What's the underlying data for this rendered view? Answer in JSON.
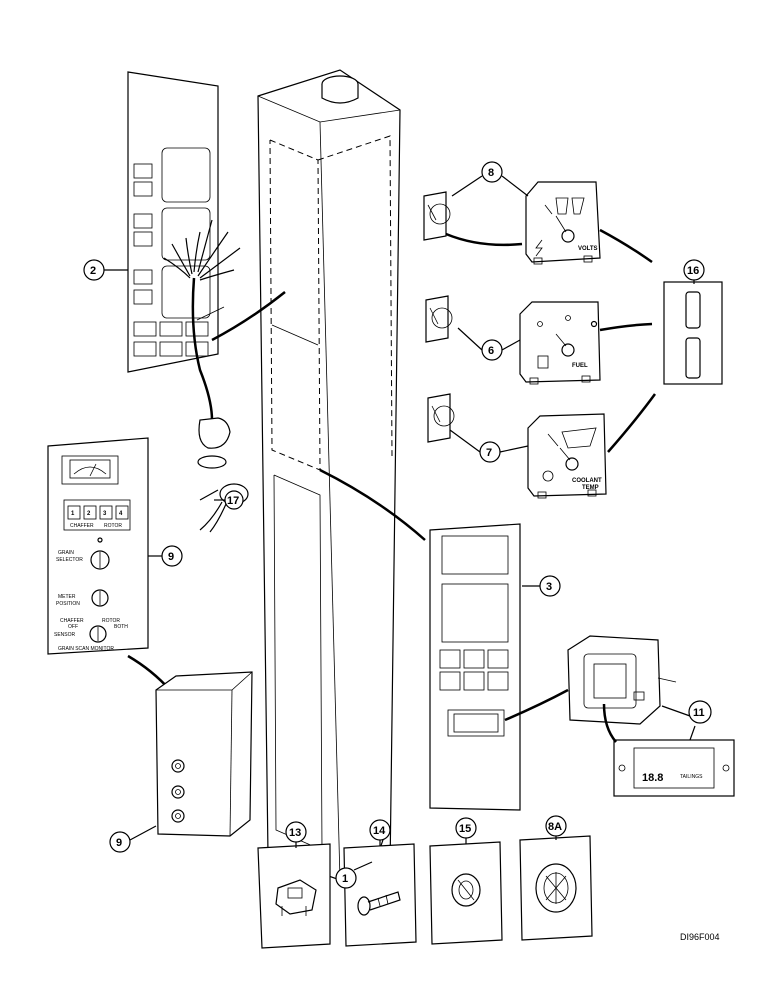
{
  "figure_id": "DI96F004",
  "callouts": {
    "c1": "1",
    "c2": "2",
    "c3": "3",
    "c6": "6",
    "c7": "7",
    "c8": "8",
    "c8a": "8A",
    "c9a": "9",
    "c9b": "9",
    "c11": "11",
    "c13": "13",
    "c14": "14",
    "c15": "15",
    "c16": "16",
    "c17": "17"
  },
  "gauges": {
    "volts": "VOLTS",
    "fuel": "FUEL",
    "coolant_line1": "COOLANT",
    "coolant_line2": "TEMP"
  },
  "grain_monitor": {
    "buttons": [
      "1",
      "2",
      "3",
      "4"
    ],
    "label_left": "CHAFFER",
    "label_right": "ROTOR",
    "grain_selector_1": "GRAIN",
    "grain_selector_2": "SELECTOR",
    "meter_1": "METER",
    "meter_2": "POSITION",
    "chaffer": "CHAFFER",
    "off": "OFF",
    "rotor": "ROTOR",
    "both": "BOTH",
    "sensor": "SENSOR",
    "footer": "GRAIN SCAN MONITOR"
  },
  "display_module": {
    "digits": "18.8",
    "label": "TAILINGS"
  }
}
